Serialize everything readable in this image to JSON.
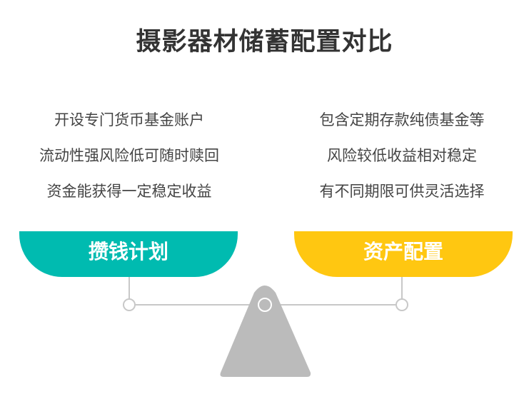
{
  "title": "摄影器材储蓄配置对比",
  "left": {
    "label": "攒钱计划",
    "color": "#00BBB0",
    "lines": [
      "开设专门货币基金账户",
      "流动性强风险低可随时赎回",
      "资金能获得一定稳定收益"
    ]
  },
  "right": {
    "label": "资产配置",
    "color": "#FFC711",
    "lines": [
      "包含定期存款纯债基金等",
      "风险较低收益相对稳定",
      "有不同期限可供灵活选择"
    ]
  }
}
